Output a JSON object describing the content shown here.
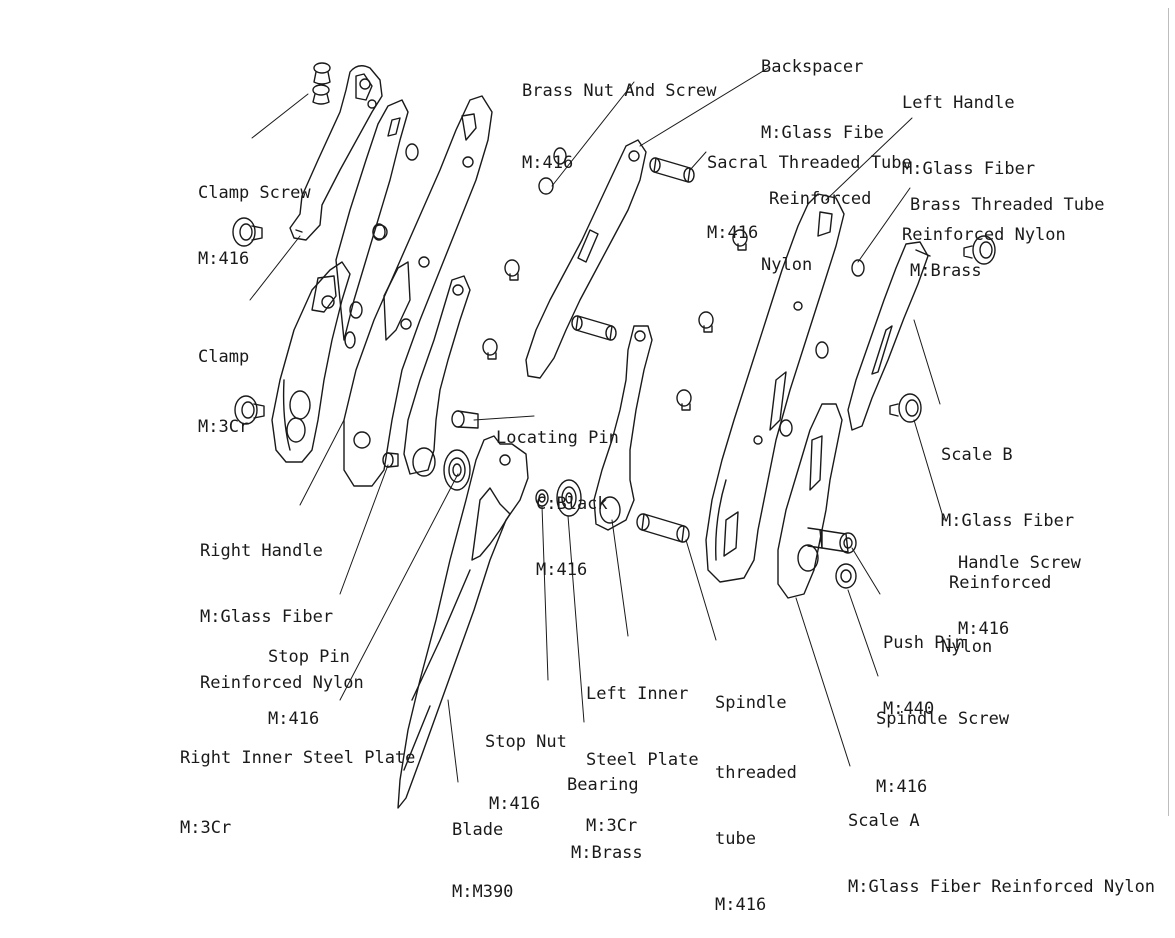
{
  "colors": {
    "ink": "#1a1a1a",
    "paper": "#ffffff"
  },
  "labels": {
    "clamp_screw": [
      "Clamp Screw",
      "M:416"
    ],
    "clamp": [
      "Clamp",
      "M:3Cr"
    ],
    "right_handle": [
      "Right Handle",
      "M:Glass Fiber",
      "Reinforced Nylon"
    ],
    "stop_pin": [
      "Stop Pin",
      "M:416"
    ],
    "right_inner_steel_plate": [
      "Right Inner Steel Plate",
      "M:3Cr"
    ],
    "blade": [
      "Blade",
      "M:M390"
    ],
    "stop_nut": [
      "Stop Nut",
      "M:416"
    ],
    "bearing": [
      "Bearing",
      "M:Brass"
    ],
    "left_inner_steel_plate": [
      "Left Inner",
      "Steel Plate",
      "M:3Cr"
    ],
    "spindle_threaded_tube": [
      "Spindle",
      "threaded",
      "tube",
      "M:416"
    ],
    "locating_pin": [
      "Locating Pin",
      "C:Black",
      "M:416"
    ],
    "brass_nut_and_screw": [
      "Brass Nut And Screw",
      "M:416"
    ],
    "backspacer": [
      "Backspacer",
      "M:Glass Fibe",
      "Reinforced",
      "Nylon"
    ],
    "sacral_threaded_tube": [
      "Sacral Threaded Tube",
      "M:416"
    ],
    "left_handle": [
      "Left Handle",
      "M:Glass Fiber",
      "Reinforced Nylon"
    ],
    "brass_threaded_tube": [
      "Brass Threaded Tube",
      "M:Brass"
    ],
    "scale_b": [
      "Scale B",
      "M:Glass Fiber",
      "Reinforced",
      "Nylon"
    ],
    "handle_screw": [
      "Handle Screw",
      "M:416"
    ],
    "push_pin": [
      "Push Pin",
      "M:440"
    ],
    "spindle_screw": [
      "Spindle Screw",
      "M:416"
    ],
    "scale_a": [
      "Scale A",
      "M:Glass Fiber Reinforced Nylon"
    ]
  },
  "parts": [
    "clamp-screw",
    "clamp",
    "right-handle",
    "right-inner-steel-plate",
    "blade",
    "stop-pin",
    "stop-nut",
    "bearing",
    "left-inner-steel-plate",
    "spindle-threaded-tube",
    "locating-pin",
    "brass-nut-and-screw",
    "backspacer",
    "sacral-threaded-tube",
    "left-handle",
    "brass-threaded-tube",
    "scale-b",
    "handle-screw",
    "push-pin",
    "spindle-screw",
    "scale-a"
  ]
}
